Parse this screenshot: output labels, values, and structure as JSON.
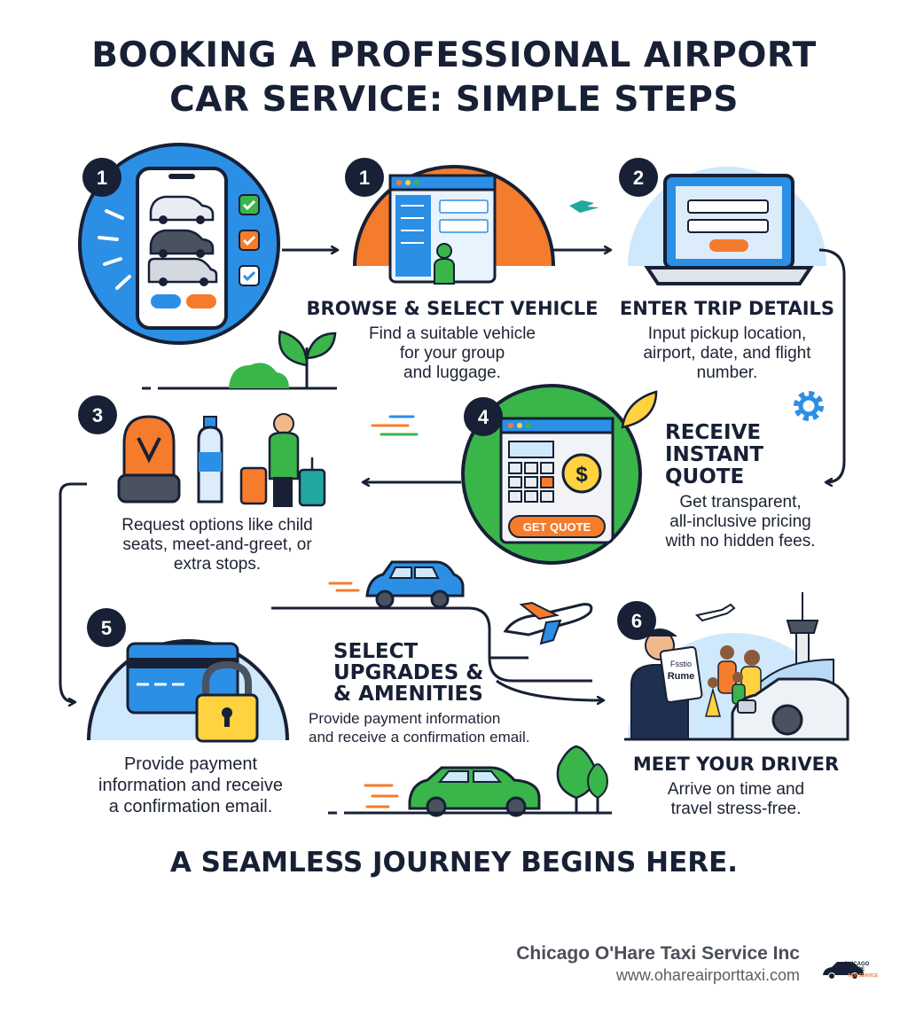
{
  "title_line1": "BOOKING A PROFESSIONAL AIRPORT",
  "title_line2": "CAR SERVICE: SIMPLE STEPS",
  "steps": [
    {
      "badge": "1"
    },
    {
      "badge": "1",
      "heading": "BROWSE & SELECT VEHICLE",
      "desc": [
        "Find a suitable vehicle",
        "for your group",
        "and luggage."
      ]
    },
    {
      "badge": "2",
      "heading": "ENTER TRIP DETAILS",
      "desc": [
        "Input pickup location,",
        "airport, date, and flight",
        "number."
      ]
    },
    {
      "badge": "3",
      "desc": [
        "Request options like child",
        "seats, meet-and-greet, or",
        "extra stops."
      ]
    },
    {
      "badge": "4",
      "heading": [
        "RECEIVE",
        "INSTANT",
        "QUOTE"
      ],
      "desc": [
        "Get transparent,",
        "all-inclusive pricing",
        "with no hidden fees."
      ],
      "button": "GET QUOTE"
    },
    {
      "badge": "5",
      "desc": [
        "Provide payment",
        "information and receive",
        "a confirmation email."
      ]
    },
    {
      "heading": [
        "SELECT",
        "UPGRADES &",
        "& AMENITIES"
      ],
      "desc": [
        "Provide payment information",
        "and receive a confirmation email."
      ]
    },
    {
      "badge": "6",
      "heading": "MEET YOUR DRIVER",
      "desc": [
        "Arrive on time and",
        "travel stress-free."
      ],
      "sign": [
        "Fsstio",
        "Rume"
      ]
    }
  ],
  "footer": "A SEAMLESS JOURNEY BEGINS HERE.",
  "brand": {
    "name": "Chicago O'Hare Taxi Service Inc",
    "url": "www.ohareairporttaxi.com",
    "logo_line1": "CHICAGO",
    "logo_line2": "O'HARE",
    "logo_line3": "TAXI SERVICE"
  },
  "colors": {
    "blue": "#2b8fe6",
    "orange": "#f47c2c",
    "green": "#3ab54a",
    "navy": "#172035",
    "light_blue": "#cfe8fb"
  },
  "icons": [
    "phone-icon",
    "browser-icon",
    "laptop-icon",
    "car-seat-icon",
    "water-bottle-icon",
    "traveler-icon",
    "quote-icon",
    "credit-card-icon",
    "padlock-icon",
    "airplane-icon",
    "car-icon",
    "gear-icon",
    "leaf-icon",
    "tree-icon",
    "chauffeur-icon",
    "airport-tower-icon"
  ]
}
